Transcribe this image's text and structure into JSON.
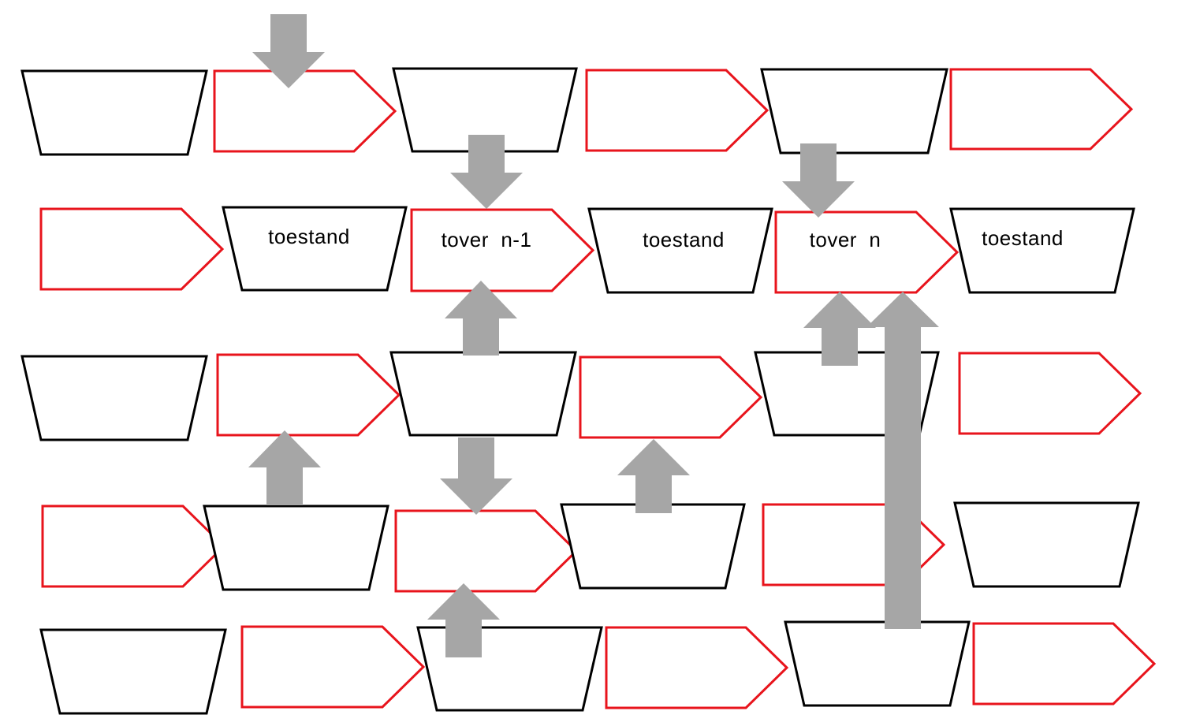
{
  "colors": {
    "state_stroke": "#000000",
    "spell_stroke": "#e8141c",
    "arrow_fill": "#a6a6a6",
    "background": "#ffffff"
  },
  "labels": {
    "state_1": "toestand",
    "spell_prev": "tover  n-1",
    "state_2": "toestand",
    "spell_n": "tover  n",
    "state_3": "toestand"
  }
}
